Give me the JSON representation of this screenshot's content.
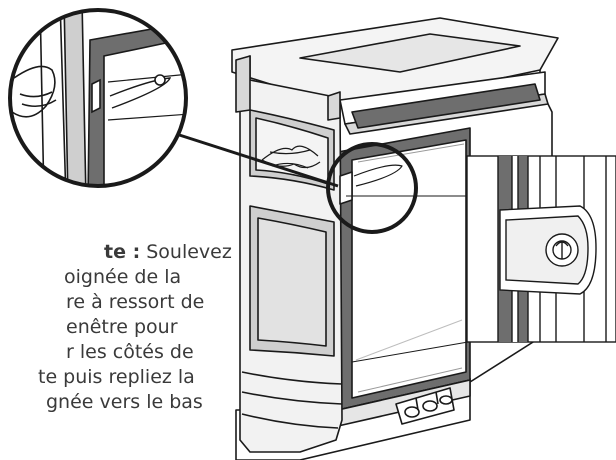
{
  "caption": {
    "label": "te :",
    "lines": [
      " Soulevez",
      "oignée de la",
      "re à ressort de",
      "enêtre pour",
      "r les côtés de",
      "te puis repliez la",
      "gnée vers le bas"
    ]
  },
  "colors": {
    "stroke": "#1a1a1a",
    "frame_gray": "#6e6e6e",
    "panel_gray": "#cfcfcf",
    "light_gray": "#e8e8e8",
    "text": "#3a3a3a"
  },
  "icons": {
    "zoom_left": "magnified-handle-detail",
    "zoom_center": "handle-location-circle",
    "zoom_right": "spring-latch-detail"
  }
}
